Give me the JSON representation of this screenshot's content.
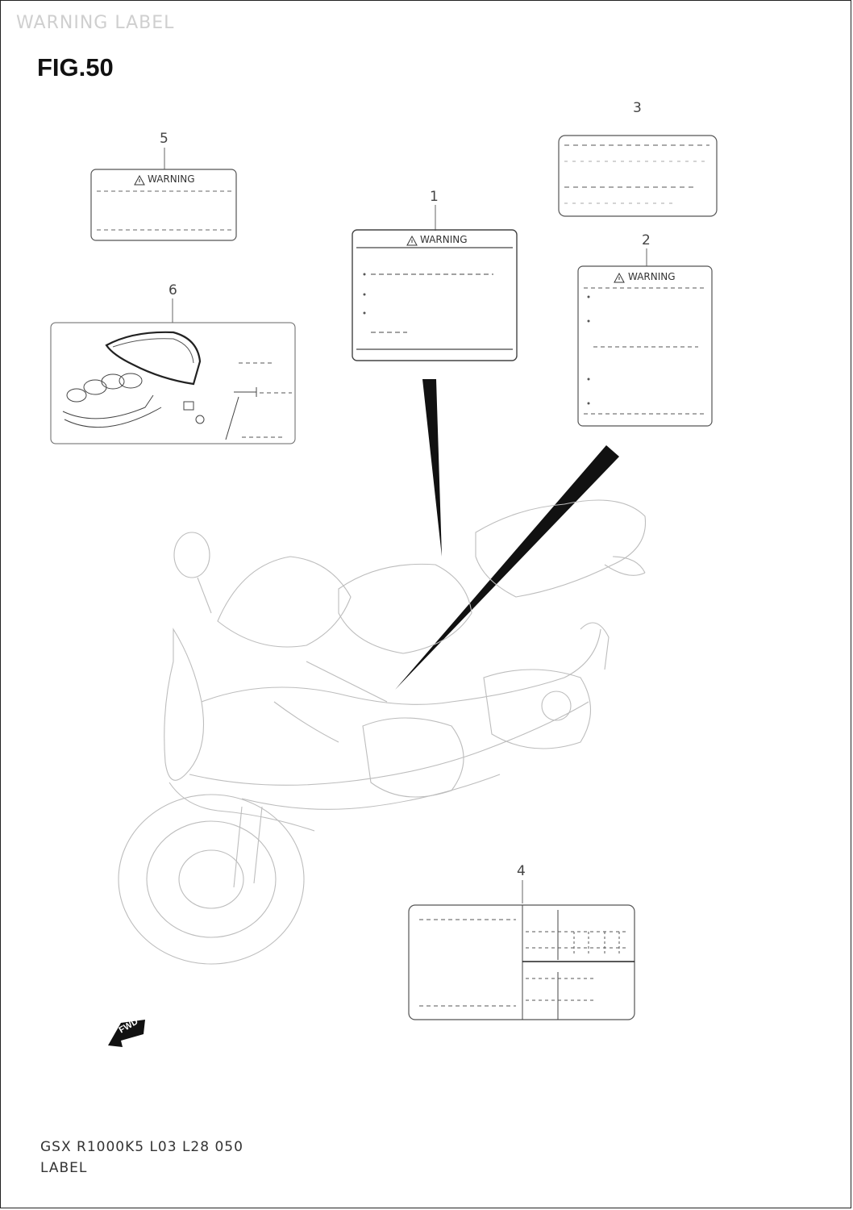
{
  "header": {
    "section_title": "WARNING LABEL"
  },
  "figure": {
    "title": "FIG.50"
  },
  "callouts": [
    "1",
    "2",
    "3",
    "4",
    "5",
    "6"
  ],
  "labels": {
    "warning_text": "WARNING",
    "fwd_text": "FWD"
  },
  "footer": {
    "model_code": "GSX R1000K5 L03 L28 050",
    "part_group": "LABEL"
  },
  "icons": [
    "warning-triangle-icon",
    "fwd-arrow-icon"
  ]
}
